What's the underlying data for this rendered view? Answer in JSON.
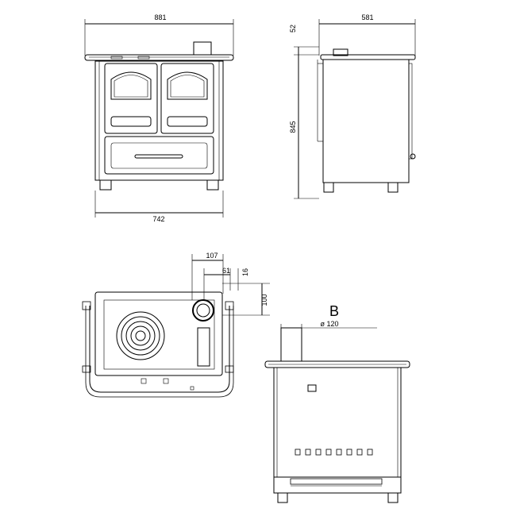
{
  "front_view": {
    "width_top": "881",
    "width_bottom": "742"
  },
  "side_view": {
    "depth": "581",
    "top_height": "52",
    "height": "845"
  },
  "top_view": {
    "flue_x": "107",
    "flue_offset": "61",
    "flue_edge": "16",
    "flue_depth": "100"
  },
  "rear_view": {
    "label": "B",
    "flue_diameter": "ø  120"
  }
}
